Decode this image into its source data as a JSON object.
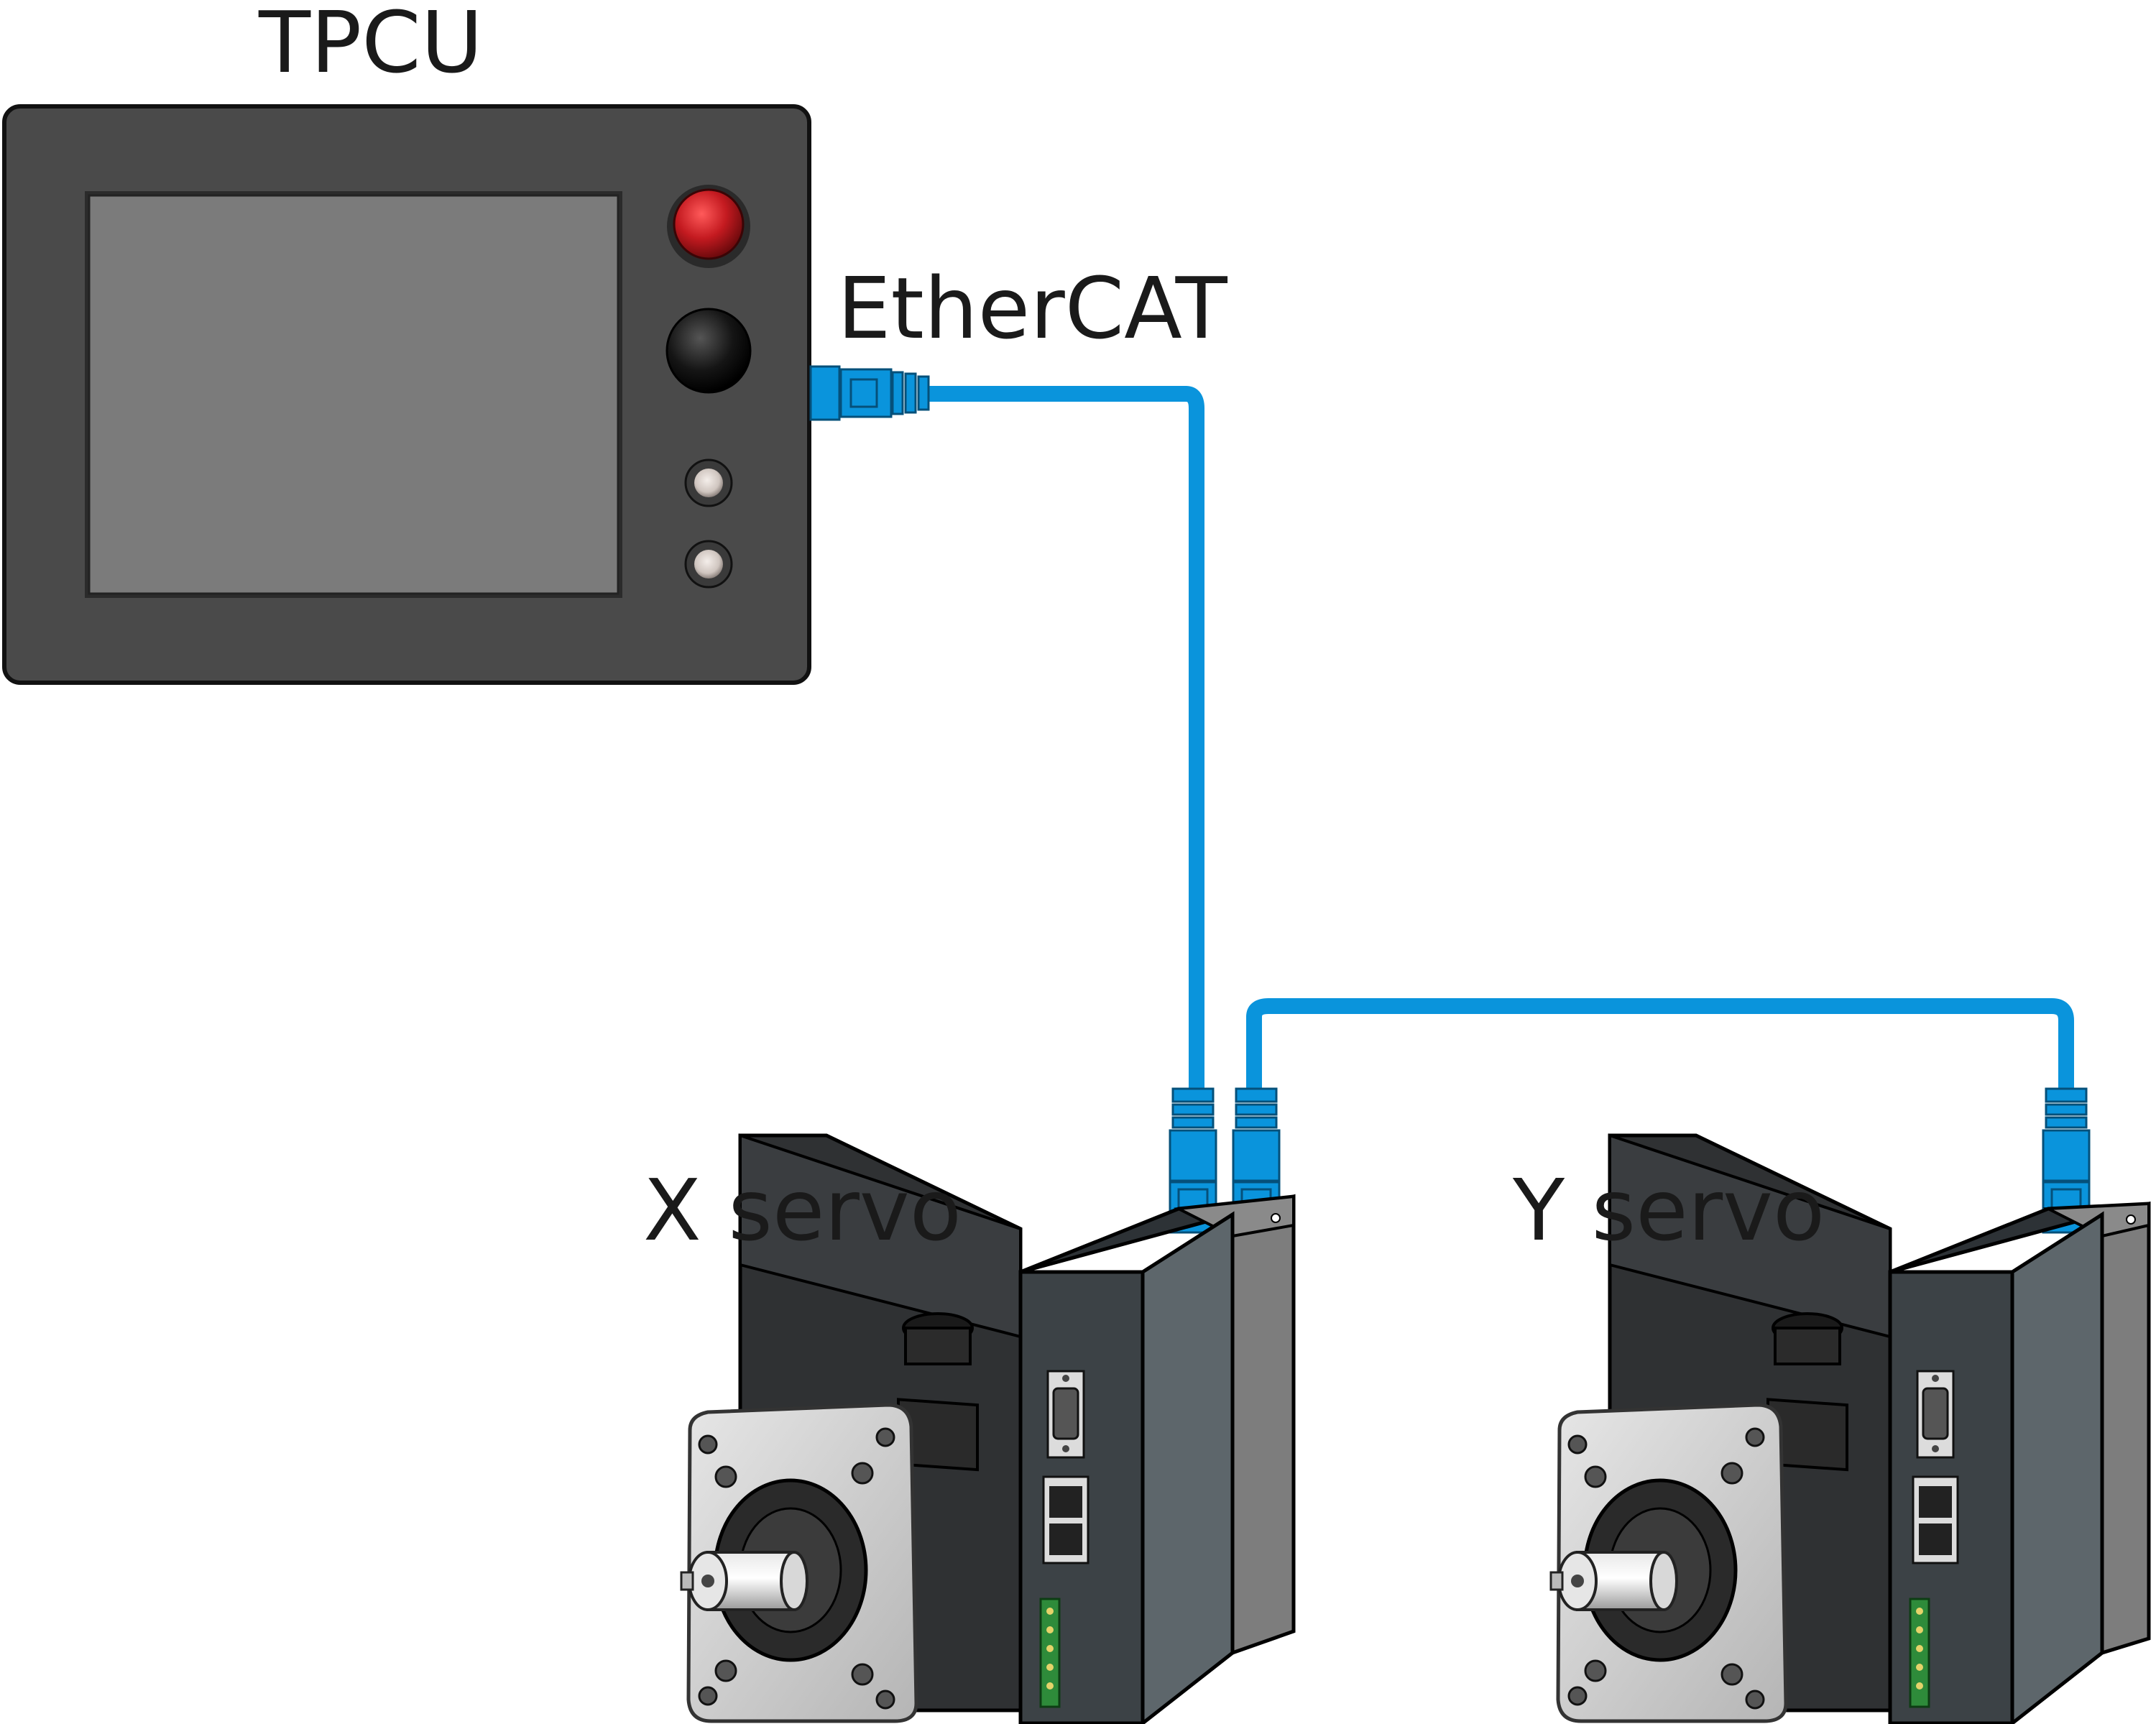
{
  "labels": {
    "controller": "TPCU",
    "network": "EtherCAT",
    "servo_x": "X servo",
    "servo_y": "Y servo"
  },
  "colors": {
    "cable": "#0a94dc",
    "panel": "#4a4a4a",
    "screen": "#7b7b7b",
    "red_button": "#c41a20",
    "drive_dark": "#3c4246",
    "motor_body": "#2f3133",
    "flange": "#c9c9c9"
  },
  "icons": [
    "emergency-stop-icon",
    "black-button-icon",
    "indicator-light-icon",
    "rj45-connector-icon",
    "db-connector-icon",
    "terminal-block-icon"
  ]
}
